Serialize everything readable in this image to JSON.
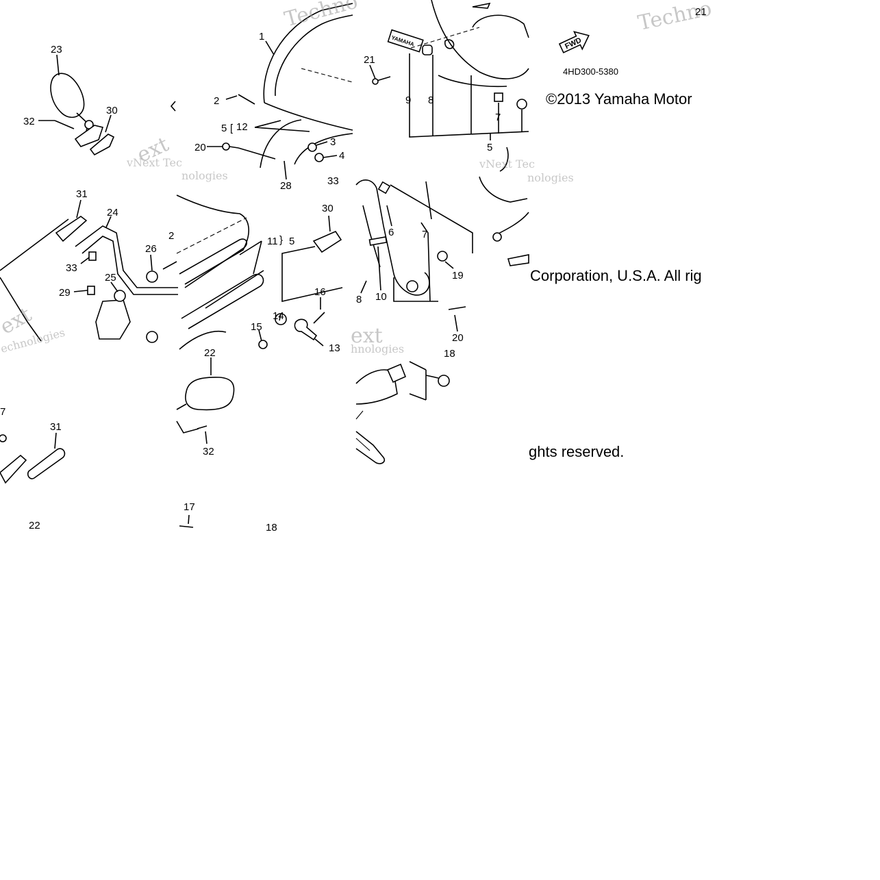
{
  "copyright": {
    "line1": "©2013 Yamaha Motor",
    "line2": "Corporation, U.S.A. All rig",
    "line3": "ghts reserved."
  },
  "diagram_code": "4HD300-5380",
  "fwd_label": "FWD",
  "emblem_text": "YAMAHA",
  "watermarks": [
    "Techno",
    "Techno",
    "vNext Tec",
    "vNext Tec",
    "nologies",
    "hnologies",
    "echnologies",
    "ext",
    "ext"
  ],
  "callouts": {
    "t00": [
      "23",
      "32",
      "30"
    ],
    "t01": [
      "1",
      "2",
      "5",
      "12",
      "20",
      "3",
      "4",
      "28",
      "33"
    ],
    "t02": [
      "21",
      "9",
      "8",
      "7",
      "5"
    ],
    "t03": [
      "21"
    ],
    "t10": [
      "31",
      "24",
      "33",
      "26",
      "2",
      "29",
      "25"
    ],
    "t11": [
      "11",
      "5",
      "30",
      "16",
      "14",
      "15",
      "13"
    ],
    "t12": [
      "6",
      "7",
      "19",
      "8",
      "10",
      "20"
    ],
    "t20": [
      "7",
      "31",
      "22"
    ],
    "t21": [
      "22",
      "32",
      "17",
      "18"
    ],
    "t22": [
      "18"
    ]
  }
}
